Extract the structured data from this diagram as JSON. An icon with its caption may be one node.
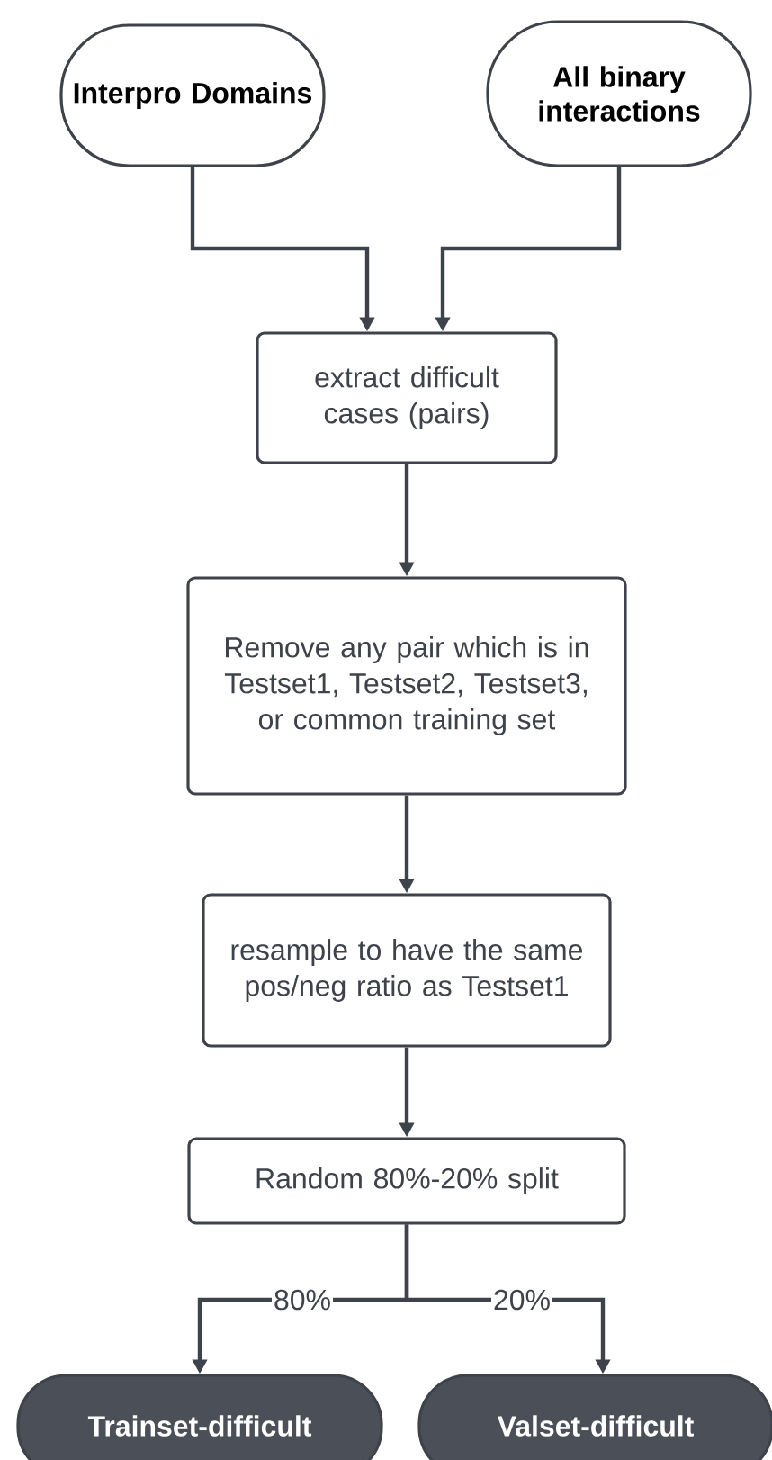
{
  "diagram": {
    "nodes": [
      {
        "text": [
          "Interpro Domains"
        ]
      },
      {
        "text": [
          "All binary interactions"
        ]
      },
      {
        "text": [
          "extract difficult cases (pairs)"
        ]
      },
      {
        "text": [
          "Remove any pair which is in Testset1, Testset2, Testset3, or common training set"
        ]
      },
      {
        "text": [
          "resample to have the same pos/neg ratio as Testset1"
        ]
      },
      {
        "text": [
          "Random 80%-20% split"
        ]
      },
      {
        "text": [
          "Trainset-difficult"
        ]
      },
      {
        "text": [
          "Valset-difficult"
        ]
      }
    ],
    "edges": [
      {
        "from": 0,
        "to": 2,
        "arrow": "to"
      },
      {
        "from": 1,
        "to": 2,
        "arrow": "to"
      },
      {
        "from": 2,
        "to": 3,
        "arrow": "to"
      },
      {
        "from": 3,
        "to": 4,
        "arrow": "to"
      },
      {
        "from": 4,
        "to": 5,
        "arrow": "to"
      },
      {
        "from": 5,
        "to": 6,
        "arrow": "to",
        "label": "80%"
      },
      {
        "from": 5,
        "to": 7,
        "arrow": "to",
        "label": "20%"
      }
    ]
  }
}
